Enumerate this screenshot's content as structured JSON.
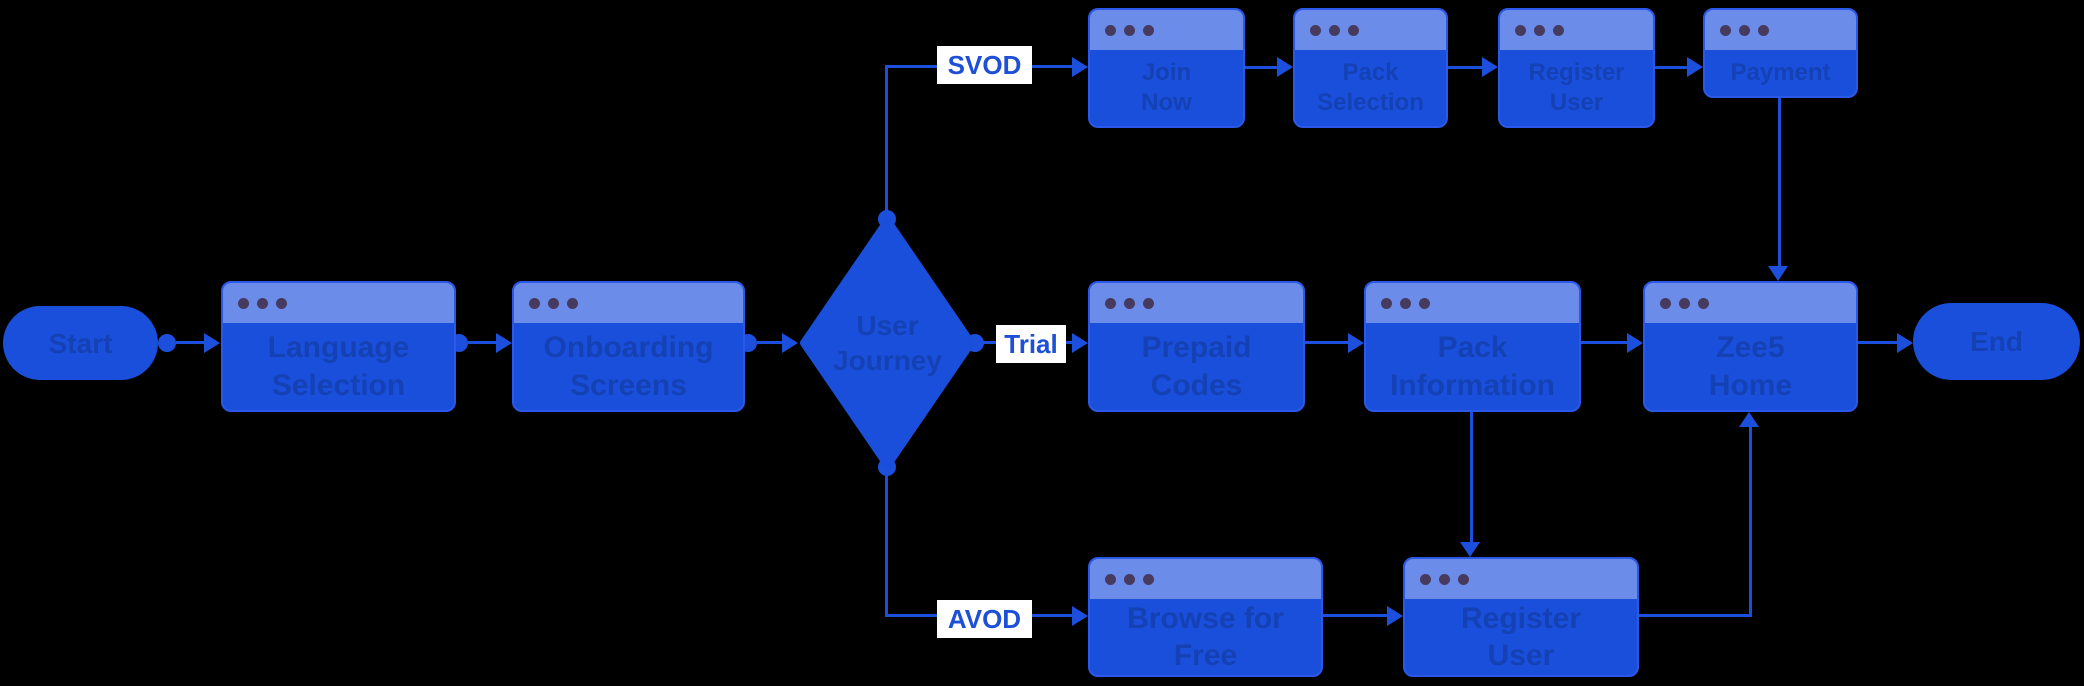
{
  "colors": {
    "background": "#000000",
    "node_fill": "#1A4FDB",
    "header_fill": "#6C8CE9",
    "window_dots": "#463A5F",
    "node_border": "#2B58E8",
    "node_text": "#1441B4",
    "connector": "#1C50DC",
    "label_bg": "#FFFFFF",
    "label_text": "#1D4FD7"
  },
  "flow": {
    "start_label": "Start",
    "end_label": "End",
    "steps": [
      "Language Selection",
      "Onboarding Screens"
    ],
    "decision_label": "User Journey",
    "branches": {
      "svod": {
        "label": "SVOD",
        "steps": [
          "Join Now",
          "Pack Selection",
          "Register User",
          "Payment"
        ]
      },
      "trial": {
        "label": "Trial",
        "steps": [
          "Prepaid Codes",
          "Pack Information",
          "Zee5 Home"
        ]
      },
      "avod": {
        "label": "AVOD",
        "steps": [
          "Browse for Free",
          "Register User"
        ]
      }
    }
  }
}
